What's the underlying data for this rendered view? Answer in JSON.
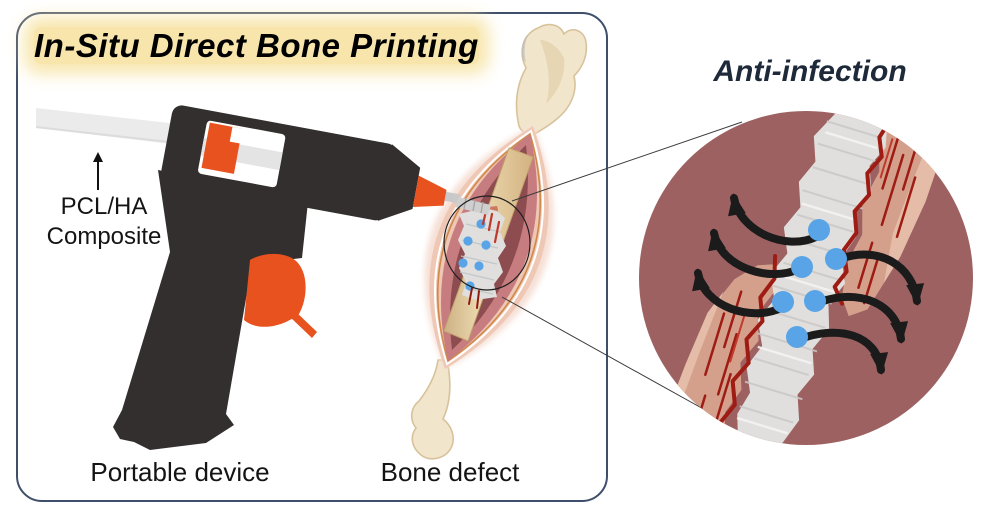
{
  "panel": {
    "title": "In-Situ Direct Bone Printing",
    "composite_label_line1": "PCL/HA",
    "composite_label_line2": "Composite",
    "device_label": "Portable device",
    "defect_label": "Bone defect"
  },
  "inset": {
    "title": "Anti-infection"
  },
  "colors": {
    "panel_border": "#3f4e6b",
    "title_highlight": "#f7e4a6",
    "gun_body": "#332f2e",
    "accent_orange": "#e8521f",
    "filament_gray": "#ebebeb",
    "bone_cream": "#f1e5cc",
    "bone_outline": "#d8c29b",
    "skin_pink": "#efc7b5",
    "muscle_rose": "#c77d7f",
    "cavity_maroon": "#8d4c4f",
    "scaffold_gray": "#e0dfdd",
    "drug_dot_blue": "#58a4e6",
    "inset_background": "#9d6161",
    "tissue_salmon": "#d4a08c",
    "wound_red": "#9e1c13",
    "arrow_black": "#1b1b1b",
    "inset_title": "#1e2a3a"
  }
}
